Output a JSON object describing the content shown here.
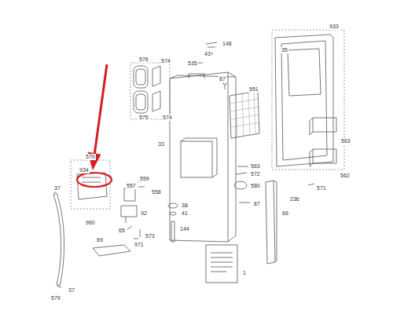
{
  "diagram": {
    "labels": [
      "933",
      "148",
      "35",
      "43",
      "576",
      "574",
      "535",
      "87",
      "575",
      "574",
      "551",
      "563",
      "33",
      "570",
      "934",
      "562",
      "559",
      "557",
      "563",
      "572",
      "37",
      "558",
      "580",
      "571",
      "236",
      "38",
      "87",
      "92",
      "41",
      "66",
      "960",
      "144",
      "65",
      "573",
      "69",
      "971",
      "1",
      "37",
      "579"
    ]
  }
}
